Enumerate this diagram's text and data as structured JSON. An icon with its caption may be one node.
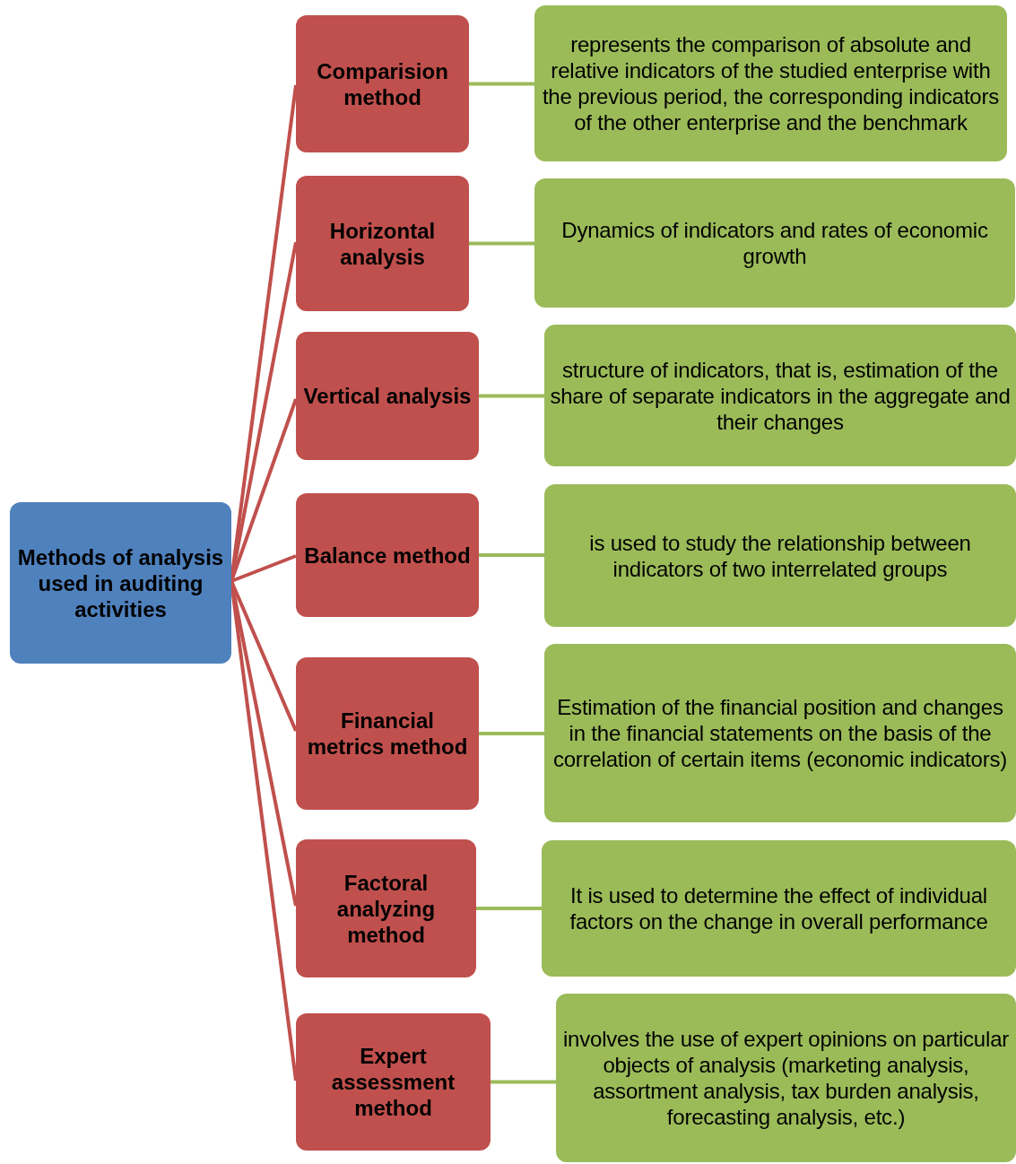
{
  "diagram": {
    "nodes": [
      {
        "text": [
          "Methods of analysis used in auditing activities"
        ]
      },
      {
        "text": [
          "Comparision method"
        ]
      },
      {
        "text": [
          "represents the comparison of absolute and relative indicators of the studied enterprise with the previous period, the corresponding indicators of the other enterprise and the benchmark"
        ]
      },
      {
        "text": [
          "Horizontal analysis"
        ]
      },
      {
        "text": [
          "Dynamics of indicators and rates of economic growth"
        ]
      },
      {
        "text": [
          "Vertical analysis"
        ]
      },
      {
        "text": [
          "structure of indicators, that is, estimation of the share of separate indicators in the aggregate and their changes"
        ]
      },
      {
        "text": [
          "Balance method"
        ]
      },
      {
        "text": [
          "is used to study the relationship between indicators of two interrelated groups"
        ]
      },
      {
        "text": [
          "Financial metrics method"
        ]
      },
      {
        "text": [
          "Estimation of the financial position and changes in the financial statements on the basis of the correlation of certain items (economic indicators)"
        ]
      },
      {
        "text": [
          "Factoral analyzing method"
        ]
      },
      {
        "text": [
          "It is used to determine the effect of individual factors on the change in overall performance"
        ]
      },
      {
        "text": [
          "Expert assessment method"
        ]
      },
      {
        "text": [
          "involves the use of expert opinions on particular objects of analysis (marketing analysis, assortment analysis, tax burden analysis, forecasting analysis, etc.)"
        ]
      }
    ],
    "edges": [
      {
        "from": 0,
        "to": 1,
        "arrow": "none"
      },
      {
        "from": 0,
        "to": 3,
        "arrow": "none"
      },
      {
        "from": 0,
        "to": 5,
        "arrow": "none"
      },
      {
        "from": 0,
        "to": 7,
        "arrow": "none"
      },
      {
        "from": 0,
        "to": 9,
        "arrow": "none"
      },
      {
        "from": 0,
        "to": 11,
        "arrow": "none"
      },
      {
        "from": 0,
        "to": 13,
        "arrow": "none"
      },
      {
        "from": 1,
        "to": 2,
        "arrow": "none",
        "color": "#9bbb59"
      },
      {
        "from": 3,
        "to": 4,
        "arrow": "none",
        "color": "#9bbb59"
      },
      {
        "from": 5,
        "to": 6,
        "arrow": "none",
        "color": "#9bbb59"
      },
      {
        "from": 7,
        "to": 8,
        "arrow": "none",
        "color": "#9bbb59"
      },
      {
        "from": 9,
        "to": 10,
        "arrow": "none",
        "color": "#9bbb59"
      },
      {
        "from": 11,
        "to": 12,
        "arrow": "none",
        "color": "#9bbb59"
      },
      {
        "from": 13,
        "to": 14,
        "arrow": "none",
        "color": "#9bbb59"
      }
    ]
  }
}
